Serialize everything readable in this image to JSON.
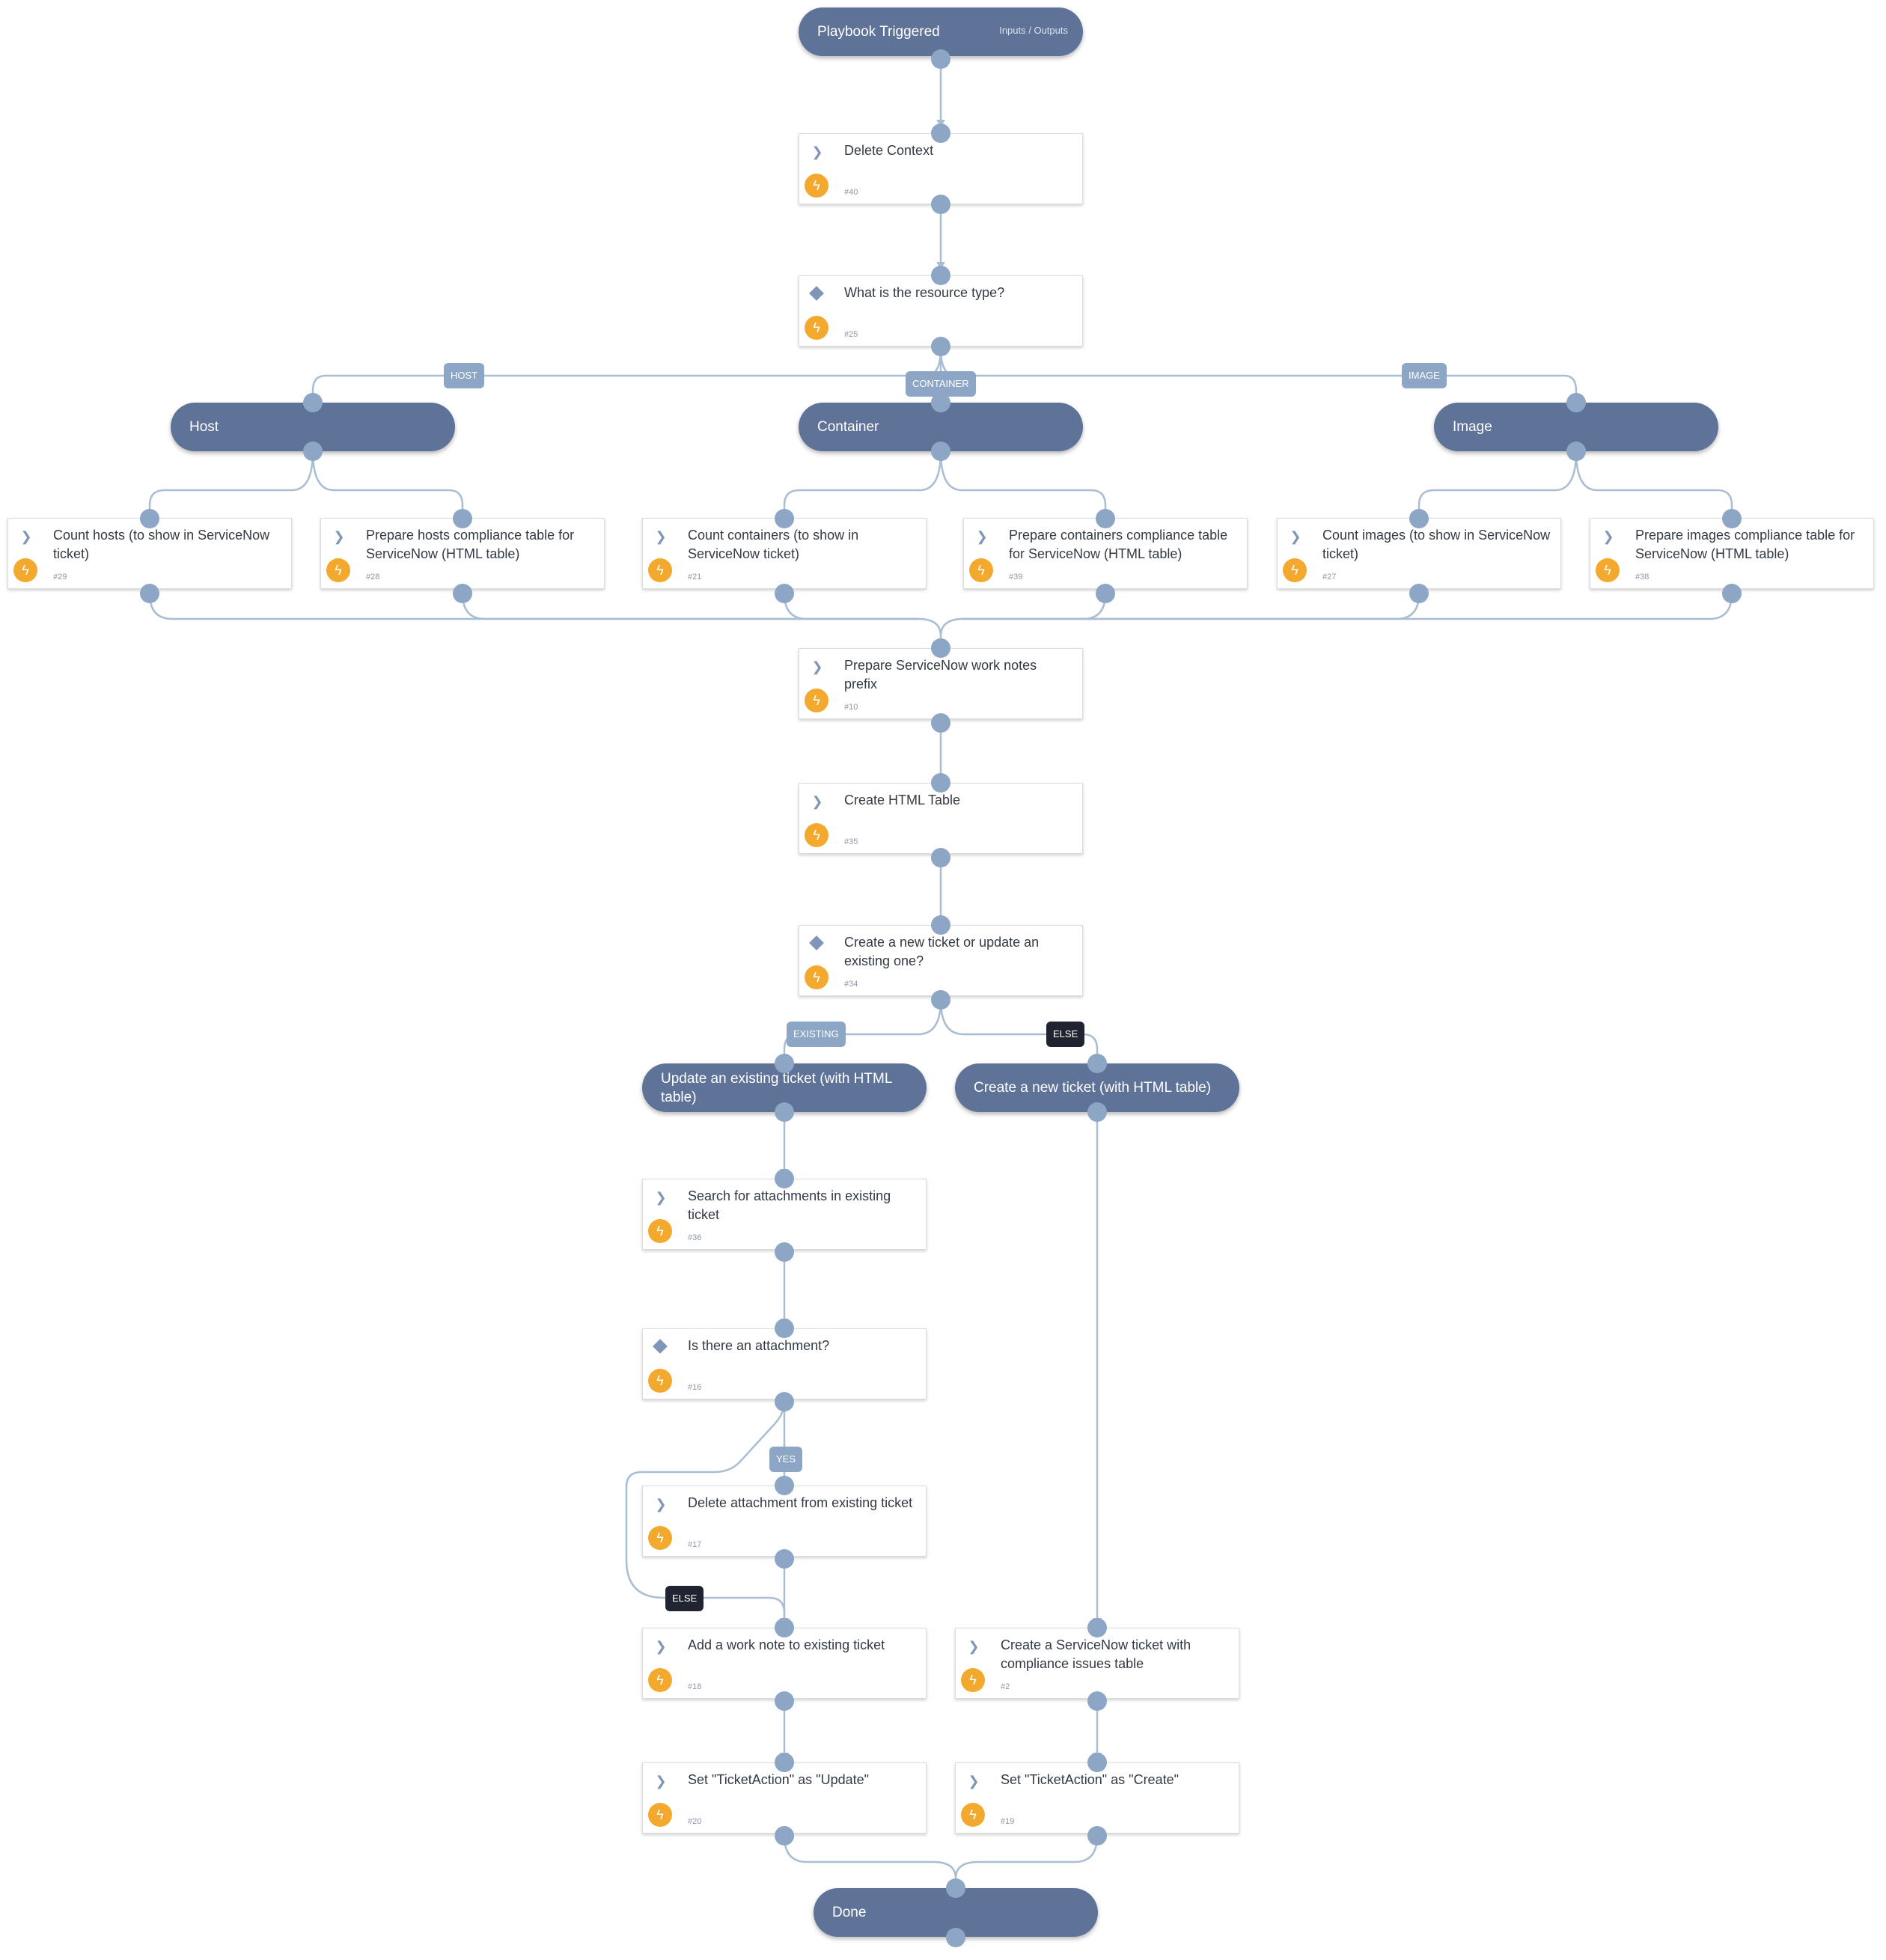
{
  "playbook": {
    "start": {
      "title": "Playbook Triggered",
      "io_link": "Inputs / Outputs"
    },
    "end": {
      "title": "Done"
    }
  },
  "sections": {
    "host": "Host",
    "container": "Container",
    "image": "Image",
    "update_existing": "Update an existing ticket (with HTML table)",
    "create_new": "Create a new ticket (with HTML table)"
  },
  "tasks": {
    "delete_context": {
      "title": "Delete Context",
      "id": "#40"
    },
    "resource_type": {
      "title": "What is the resource type?",
      "id": "#25"
    },
    "count_hosts": {
      "title": "Count hosts (to show in ServiceNow ticket)",
      "id": "#29"
    },
    "prepare_hosts": {
      "title": "Prepare hosts compliance table for ServiceNow (HTML table)",
      "id": "#28"
    },
    "count_containers": {
      "title": "Count containers (to show in ServiceNow ticket)",
      "id": "#21"
    },
    "prepare_containers": {
      "title": "Prepare containers compliance table for ServiceNow (HTML table)",
      "id": "#39"
    },
    "count_images": {
      "title": "Count images (to show in ServiceNow ticket)",
      "id": "#27"
    },
    "prepare_images": {
      "title": "Prepare images compliance table for ServiceNow (HTML table)",
      "id": "#38"
    },
    "work_notes_prefix": {
      "title": "Prepare ServiceNow work notes prefix",
      "id": "#10"
    },
    "create_html_table": {
      "title": "Create HTML Table",
      "id": "#35"
    },
    "create_or_update": {
      "title": "Create a new ticket or update an existing one?",
      "id": "#34"
    },
    "search_attachments": {
      "title": "Search for attachments in existing ticket",
      "id": "#36"
    },
    "is_attachment": {
      "title": "Is there an attachment?",
      "id": "#16"
    },
    "delete_attachment": {
      "title": "Delete attachment from existing ticket",
      "id": "#17"
    },
    "add_work_note": {
      "title": "Add a work note to existing ticket",
      "id": "#18"
    },
    "create_snow_ticket": {
      "title": "Create a ServiceNow ticket with compliance issues table",
      "id": "#2"
    },
    "set_update": {
      "title": "Set \"TicketAction\" as \"Update\"",
      "id": "#20"
    },
    "set_create": {
      "title": "Set \"TicketAction\" as \"Create\"",
      "id": "#19"
    }
  },
  "branches": {
    "host": "HOST",
    "container": "CONTAINER",
    "image": "IMAGE",
    "existing": "EXISTING",
    "else_new": "ELSE",
    "yes": "YES",
    "else_attach": "ELSE"
  },
  "colors": {
    "section": "#5f7399",
    "edge": "#a9bdd3",
    "port": "#8da6c5",
    "bolt": "#f3a92d",
    "else_tag": "#1f2430"
  }
}
